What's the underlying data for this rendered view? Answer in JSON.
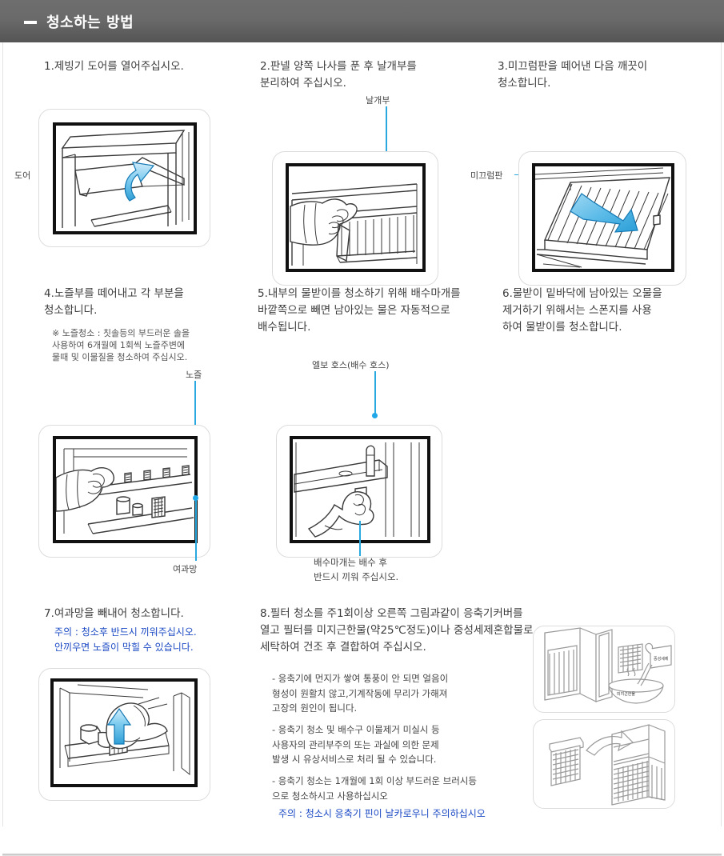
{
  "header": {
    "title": "청소하는 방법",
    "dash_icon": "minus-icon"
  },
  "steps": [
    {
      "num": "1",
      "text": "1.제빙기 도어를 열어주십시오.",
      "callouts": [
        "도어"
      ]
    },
    {
      "num": "2",
      "text": "2.판넬 양쪽 나사를 푼 후 날개부를\n    분리하여 주십시오.",
      "callouts": [
        "날개부"
      ]
    },
    {
      "num": "3",
      "text": "3.미끄럼판을 떼어낸 다음 깨끗이\n    청소합니다.",
      "callouts": [
        "미끄럼판"
      ]
    },
    {
      "num": "4",
      "text": "4.노즐부를 떼어내고 각 부분을\n   청소합니다.",
      "note": "※ 노즐청소 : 칫솔등의 부드러운 솔을\n     사용하여 6개월에 1회씩 노즐주변에\n     물때 및 이물질을 청소하여 주십시오.",
      "callouts": [
        "노즐",
        "여과망"
      ]
    },
    {
      "num": "5",
      "text": "5.내부의 물받이를 청소하기 위해 배수마개를\n    바깥쪽으로 빼면 남아있는 물은 자동적으로\n    배수됩니다.",
      "callouts": [
        "엘보 호스(배수 호스)"
      ],
      "footnote": "배수마개는 배수 후\n반드시 끼워 주십시오."
    },
    {
      "num": "6",
      "text": "6.물받이 밑바닥에 남아있는 오물을\n   제거하기 위해서는 스폰지를 사용\n   하여 물받이를 청소합니다."
    },
    {
      "num": "7",
      "text": "7.여과망을 빼내어 청소합니다.",
      "caution": "주의 : 청소후 반드시 끼워주십시오.\n안끼우면  노즐이 막힐 수 있습니다."
    },
    {
      "num": "8",
      "text": "8.필터 청소를 주1회이상 오른쪽 그림과같이 응축기커버를\n    열고 필터를 미지근한물(약25℃정도)이나 중성세제혼합물로\n    세탁하여 건조 후 결합하여 주십시오.",
      "bullets": [
        "- 응축기에 먼지가 쌓여 통풍이 안 되면 얼음이\n   형성이 원활치 않고,기계작동에 무리가 가해져\n   고장의 원인이 됩니다.",
        "- 응축기 청소 및 배수구 이물제거 미실시 등\n   사용자의 관리부주의 또는 과실에 의한 문제\n   발생 시 유상서비스로 처리 될 수 있습니다.",
        "- 응축기 청소는 1개월에 1회 이상 부드러운 브러시등\n   으로 청소하시고 사용하십시오"
      ],
      "caution": "주의 : 청소시 응축기 핀이 날카로우니 주의하십시오"
    }
  ],
  "illustration_labels": {
    "detergent": "중성세제",
    "lukewarm_water": "미지근한물"
  },
  "colors": {
    "header_dark": "#6e6e6e",
    "header_dark2": "#555555",
    "accent_cyan": "#1fa7e8",
    "caution_blue": "#1a49c4",
    "arrow_blue": "#4db3e8",
    "frame_black": "#111111",
    "card_border": "#dcdcdc"
  }
}
